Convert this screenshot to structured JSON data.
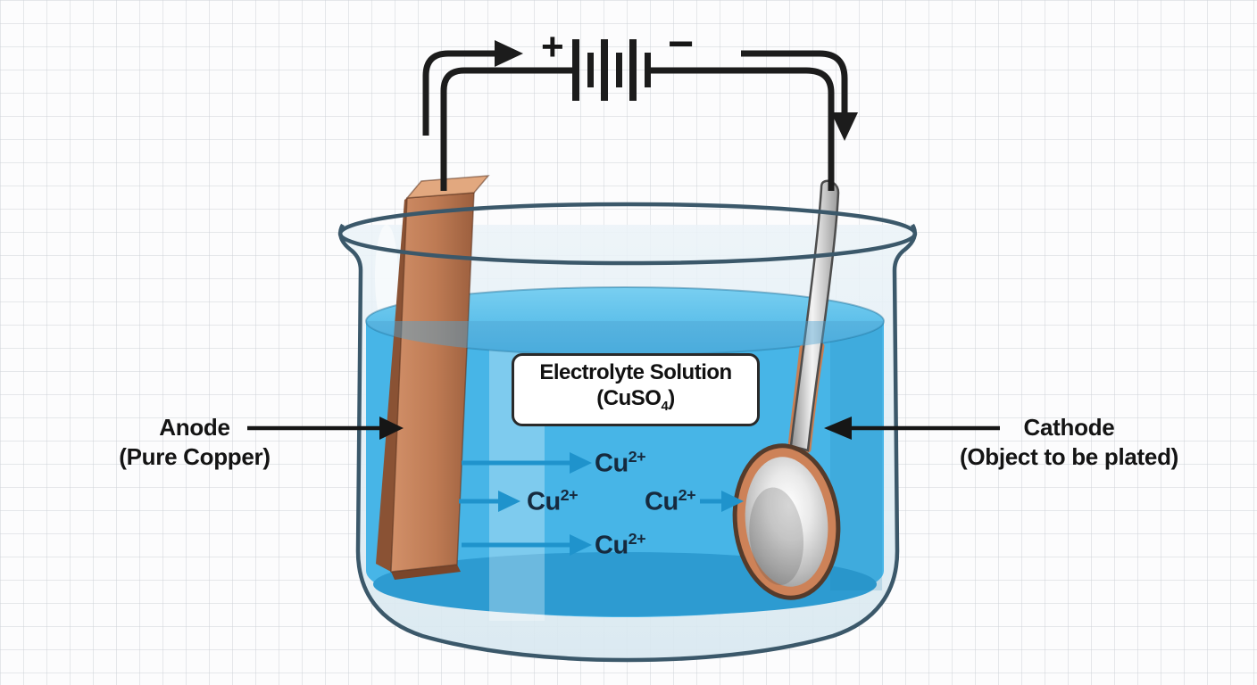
{
  "labels": {
    "anode": {
      "title": "Anode",
      "subtitle": "(Pure Copper)"
    },
    "cathode": {
      "title": "Cathode",
      "subtitle": "(Object to be plated)"
    },
    "electrolyte": {
      "title": "Electrolyte Solution",
      "formula_prefix": "(CuSO",
      "formula_subscript": "4",
      "formula_suffix": ")"
    }
  },
  "battery": {
    "positive_label": "+",
    "negative_label": "−"
  },
  "ions": {
    "symbol": "Cu",
    "charge": "2+"
  },
  "colors": {
    "solution_body": "#47b5e7",
    "solution_surface": "#5cc2ed",
    "solution_bottom": "#2d9bd1",
    "copper_face": "#c08058",
    "copper_side": "#8a5234",
    "copper_top": "#e2a87f",
    "spoon_silver": "#d9d9d9",
    "spoon_plating": "#c87f54",
    "glass_outline": "#3b586a",
    "circuit_black": "#1c1c1c",
    "ion_arrow_blue": "#1f93cc",
    "ion_text": "#162a3e"
  }
}
